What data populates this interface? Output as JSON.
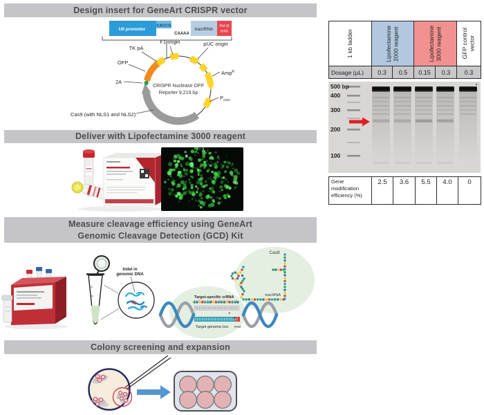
{
  "header_bars": {
    "bar1": "Design insert for GeneArt CRISPR vector",
    "bar2": "Deliver with Lipofectamine 3000 reagent",
    "bar3_line1": "Measure cleavage efficiency using GeneArt",
    "bar3_line2": "Genomic Cleavage Detection (GCD) Kit",
    "bar4": "Colony screening and expansion"
  },
  "insert": {
    "u6": "U6 promoter",
    "caccg": "CACCG",
    "caaaa": "CAAAA",
    "tracr": "tracrRNA",
    "pol3_l1": "Pol III",
    "pol3_l2": "term"
  },
  "plasmid": {
    "center_l1": "CRISPR Nuclease OFP",
    "center_l2": "Reporter 9,219 bp",
    "tk": "TK pA",
    "f1": "F1 origin",
    "puc": "pUC origin",
    "amp": "Amp",
    "amp_sup": "R",
    "p": "P",
    "p_sub": "CMV",
    "ofp": "OFP",
    "twoa": "2A",
    "cas9": "Cas9 (with NLS1 and NLS2)"
  },
  "gcd": {
    "indel_l1": "Indel in",
    "indel_l2": "genomic DNA",
    "cas9": "Cas9",
    "crrna": "Target-specific crRNA",
    "tracr": "tracrRNA",
    "loci": "Target genomic loci",
    "pam": "PAM",
    "cut_mark": "+"
  },
  "results": {
    "lane_headers": [
      {
        "label": "1 kb ladder",
        "bg": "#ffffff"
      },
      {
        "label": "Lipofectamine\n2000 reagent",
        "bg": "#b2c8df"
      },
      {
        "label": "Lipofectamine\n3000 reagent",
        "bg": "#f19290"
      },
      {
        "label": "GFP control\nvector",
        "bg": "#ffffff"
      }
    ],
    "dosage_label": "Dosage (µL)",
    "dosages": [
      "0.3",
      "0.5",
      "0.15",
      "0.3",
      "0.3"
    ],
    "ladder": [
      "500 bp",
      "400",
      "300",
      "200",
      "100"
    ],
    "efficiency_label": "Gene modification efficiency (%)",
    "efficiencies": [
      "2.5",
      "3.6",
      "5.5",
      "4.0",
      "0"
    ],
    "accent_arrow_color": "#e21e26"
  }
}
